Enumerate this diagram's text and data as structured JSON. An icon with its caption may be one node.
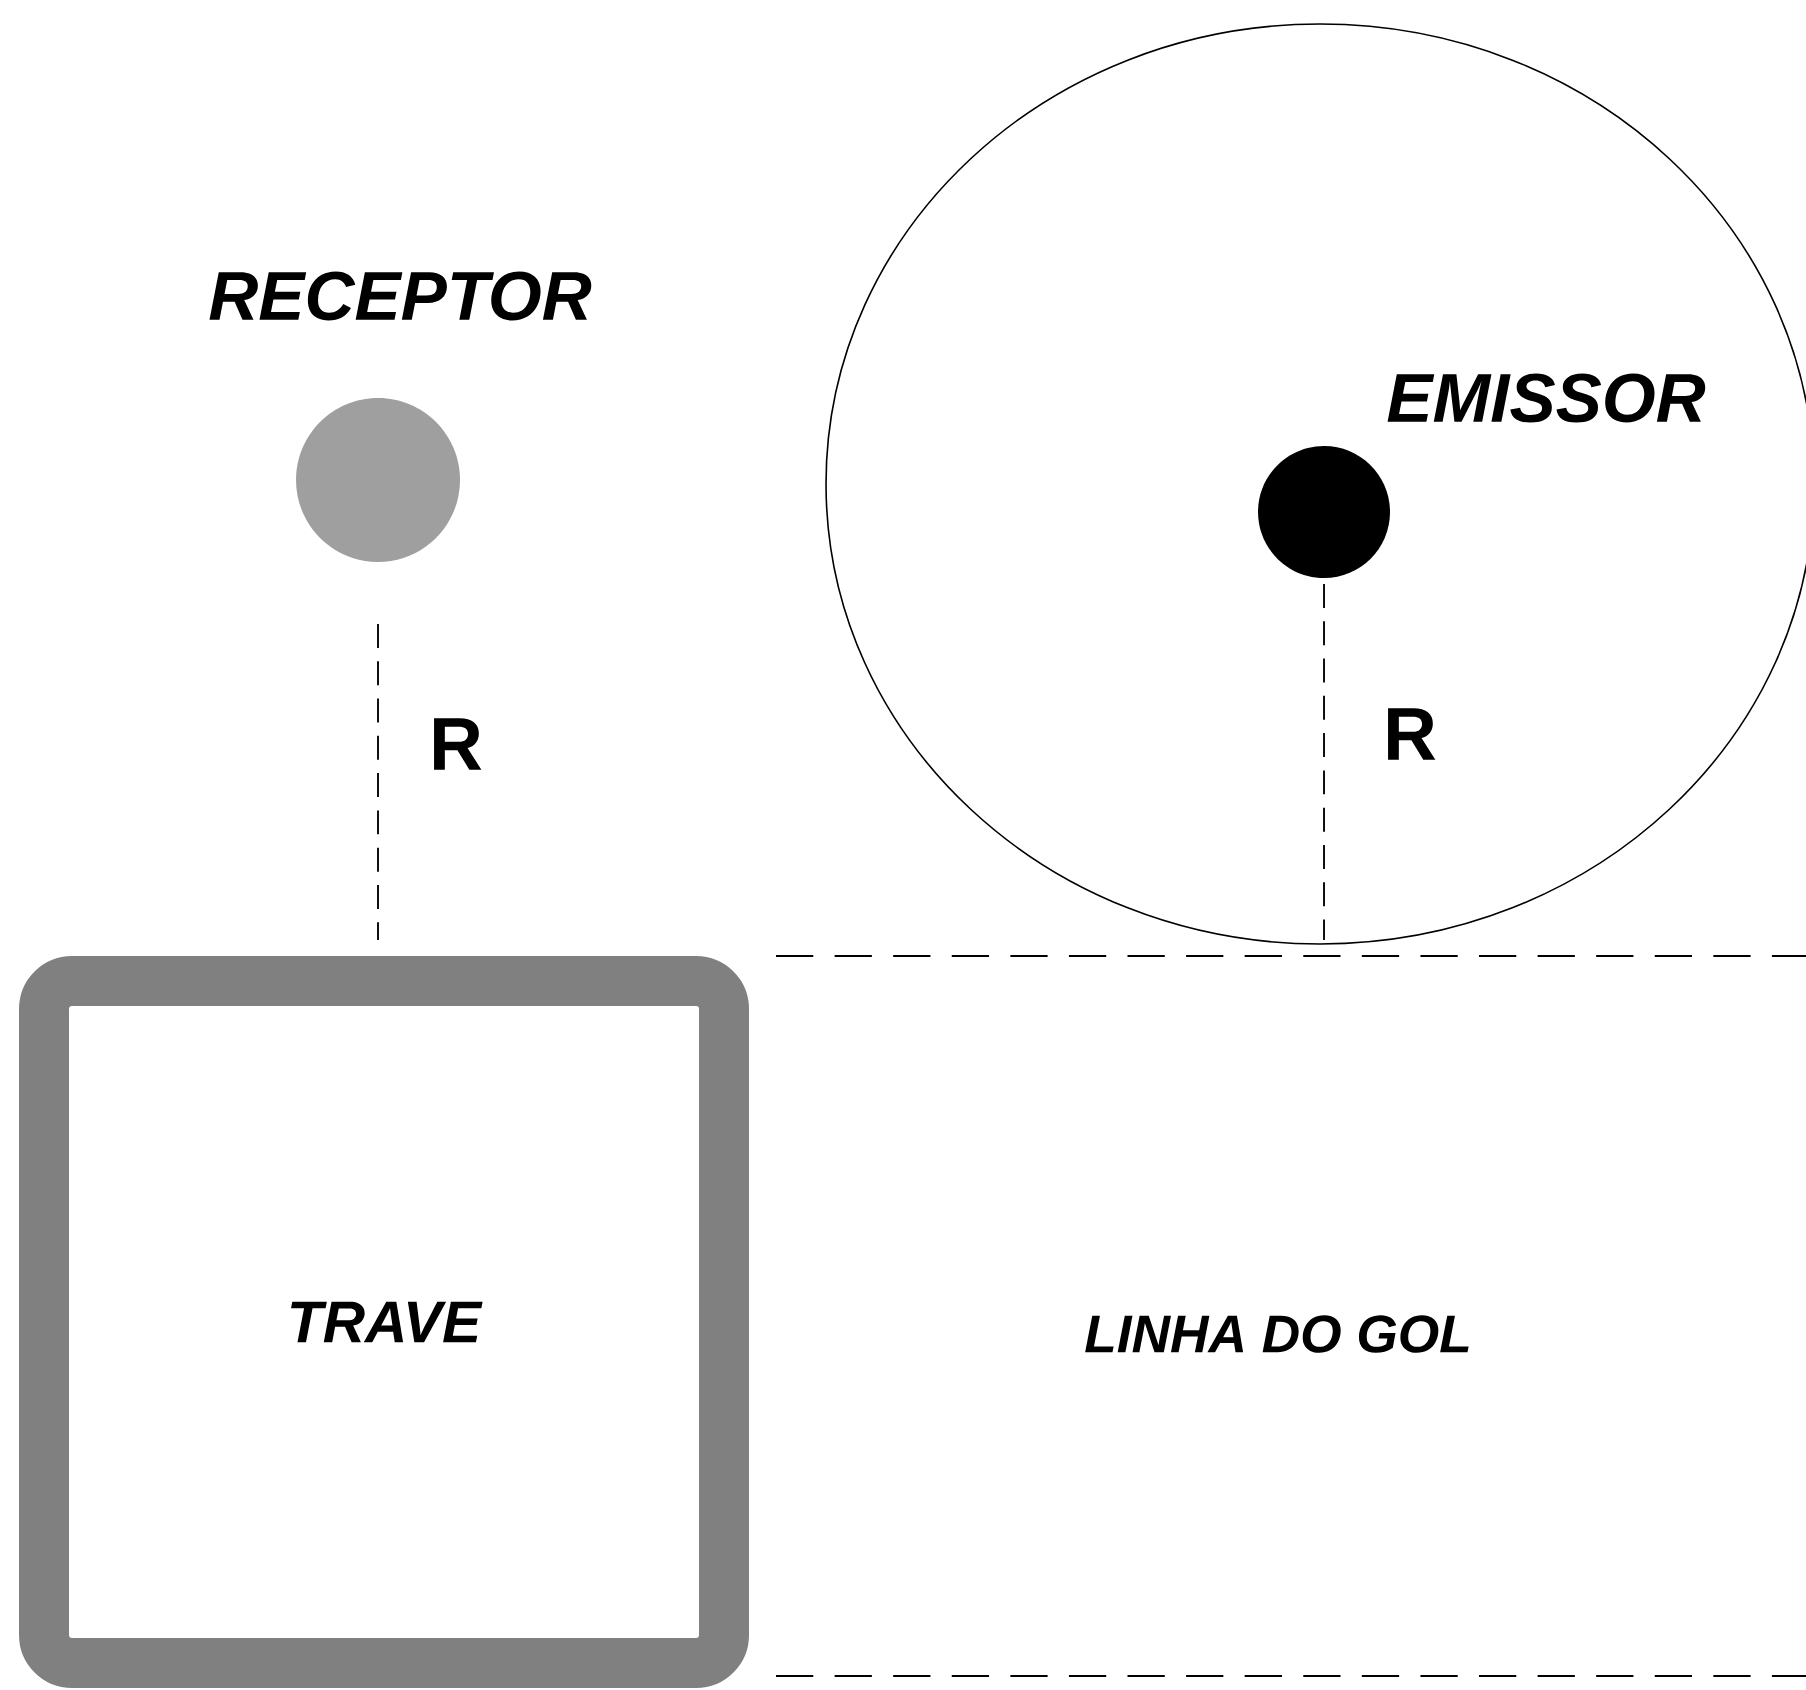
{
  "diagram": {
    "nodes": [
      {
        "text": [],
        "shape": "circle",
        "beside": [
          "RECEPTOR"
        ]
      },
      {
        "text": [
          "TRAVE"
        ]
      },
      {
        "text": [],
        "shape": "circle"
      },
      {
        "text": [],
        "shape": "circle",
        "in": 2,
        "beside": [
          "EMISSOR"
        ]
      }
    ],
    "labels": [
      "R",
      "R",
      "LINHA DO GOL"
    ]
  }
}
